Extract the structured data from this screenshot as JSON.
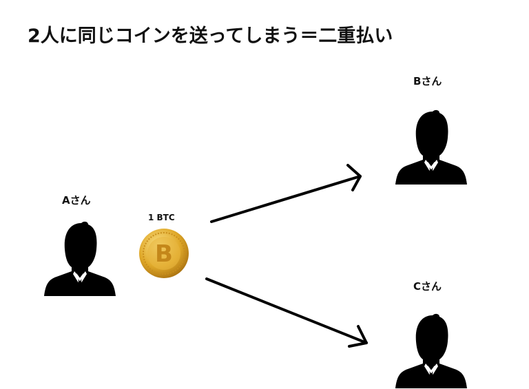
{
  "title": "2人に同じコインを送ってしまう＝二重払い",
  "people": {
    "a": {
      "label": "Aさん",
      "icon": "person-silhouette-icon"
    },
    "b": {
      "label": "Bさん",
      "icon": "person-silhouette-icon"
    },
    "c": {
      "label": "Cさん",
      "icon": "person-silhouette-icon"
    }
  },
  "coin": {
    "label": "1 BTC",
    "icon": "bitcoin-coin-icon",
    "color": "#e0a92a"
  }
}
